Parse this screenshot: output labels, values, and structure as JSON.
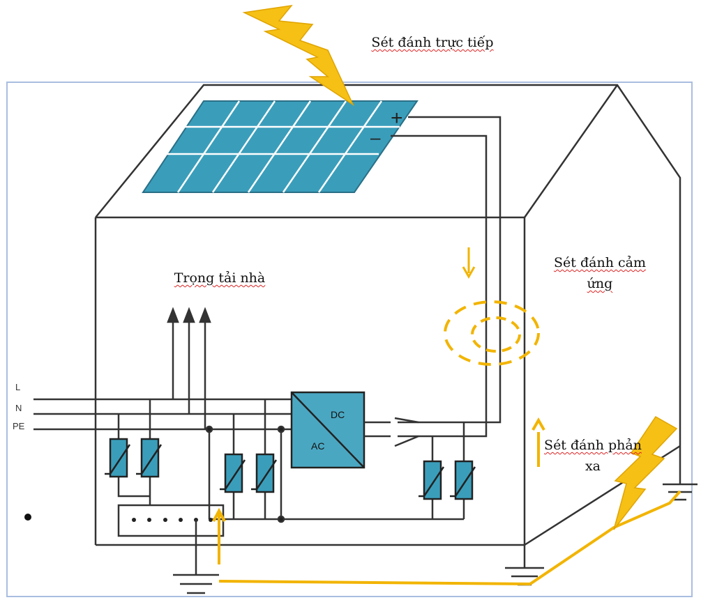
{
  "labels": {
    "direct_strike": "Sét đánh trực tiếp",
    "home_load": "Trọng tải nhà",
    "induced_line1": "Sét đánh cảm",
    "induced_line2": "ứng",
    "reflected_line1": "Sét đánh phản",
    "reflected_line2": "xa"
  },
  "wires": {
    "L": "L",
    "N": "N",
    "PE": "PE"
  },
  "panel": {
    "plus": "+",
    "minus": "–"
  },
  "inverter": {
    "dc": "DC",
    "ac": "AC"
  },
  "colors": {
    "line": "#333333",
    "panel_fill": "#3a9ebb",
    "lightning": "#f6c015",
    "surge_path": "#f2b400",
    "inverter_fill": "#4aa7c2"
  }
}
